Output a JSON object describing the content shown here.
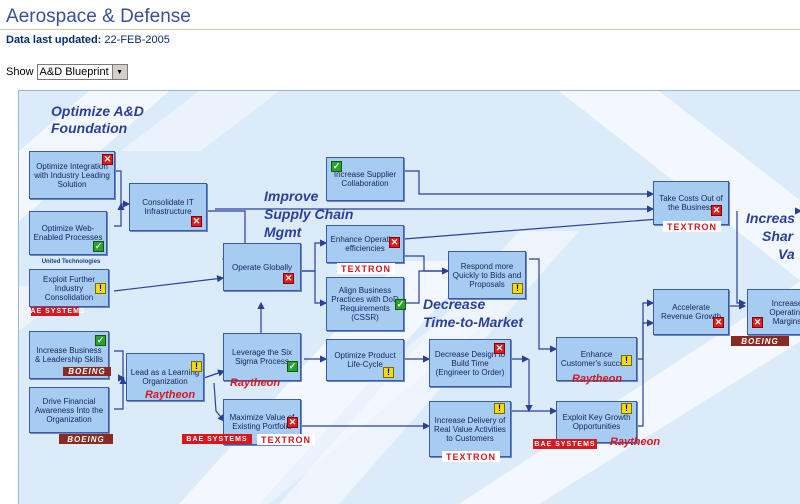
{
  "page": {
    "title": "Aerospace & Defense",
    "updated_label": "Data last updated:",
    "updated_value": "22-FEB-2005",
    "show_label": "Show",
    "show_value": "A&D Blueprint"
  },
  "stages": {
    "foundation": [
      "Optimize A&D",
      "Foundation"
    ],
    "supply": [
      "Improve",
      "Supply Chain",
      "Mgmt"
    ],
    "market": [
      "Decrease",
      "Time-to-Market"
    ],
    "share": [
      "Increas",
      "Shar",
      "Va"
    ]
  },
  "boxes": {
    "integration": "Optimize Integration with Industry Leading Solution",
    "web": "Optimize Web-Enabled Processes",
    "consolidation": "Exploit Further Industry Consolidation",
    "leadership": "Increase Business & Leadership Skills",
    "financial": "Drive Financial Awareness Into the Organization",
    "consolidate_it": "Consolidate IT Infrastructure",
    "learning": "Lead as a Learning Organization",
    "operate": "Operate Globally",
    "sixsigma": "Leverage the Six Sigma Process",
    "portfolio": "Maximize Value of Existing Portfolio",
    "supplier": "Increase Supplier Collaboration",
    "efficiencies": "Enhance Operating efficiencies",
    "cssr": "Align Business Practices with DoD Requirements (CSSR)",
    "lifecycle": "Optimize Product Life-Cycle",
    "respond": "Respond more Quickly to Bids and Proposals",
    "design": "Decrease Design to Build Time (Engineer to Order)",
    "delivery": "Increase Delivery of Real Value Activities to Customers",
    "costs": "Take Costs Out of the Business",
    "revenue": "Accelerate Revenue Growth",
    "customer": "Enhance Customer's success",
    "growth": "Exploit Key Growth Opportunities",
    "margins": "Increase Operating Margins"
  },
  "logos": {
    "textron": "TEXTRON",
    "bae": "BAE SYSTEMS",
    "boeing": "BOEING",
    "raytheon": "Raytheon",
    "ut": "United Technologies"
  },
  "status_icons": {
    "red": "x-status-icon",
    "green": "check-status-icon",
    "yellow": "warning-status-icon"
  },
  "colors": {
    "title": "#3b4f9e",
    "box_fill": "#a7ccf2",
    "box_border": "#3c5aa8",
    "stage_text": "#2b3f9b",
    "status_red": "#e01b1b",
    "status_green": "#2aa32a",
    "status_yellow": "#f5d90f",
    "background": "#dcebf9"
  }
}
